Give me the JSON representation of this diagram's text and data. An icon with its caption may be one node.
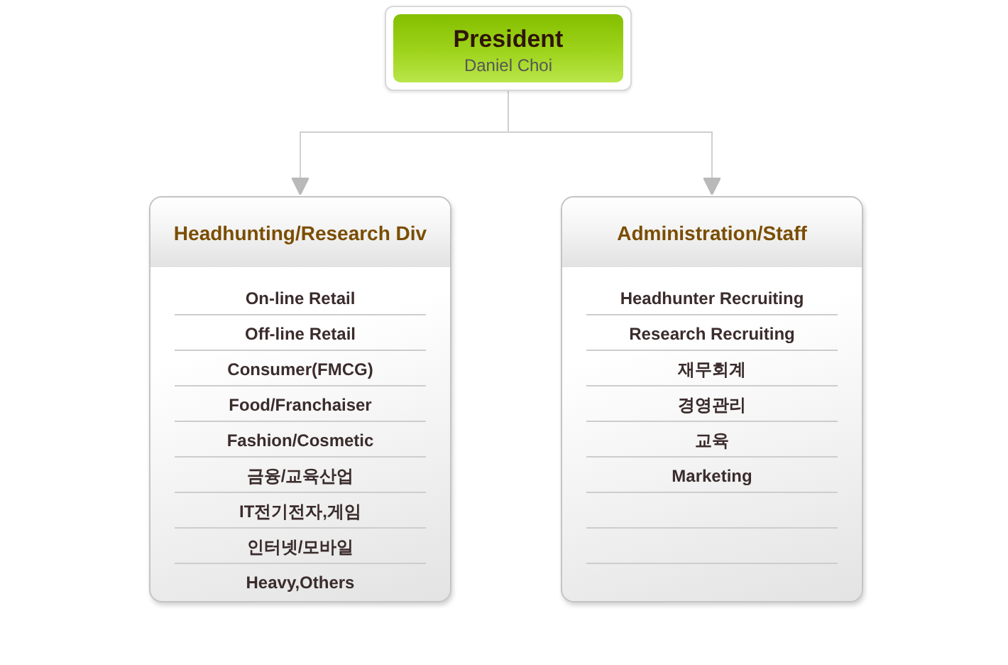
{
  "diagram": {
    "nodes": [
      {
        "text": [
          "President",
          "Daniel Choi"
        ]
      },
      {
        "text": [
          "Headhunting/Research Div",
          "On-line Retail",
          "Off-line Retail",
          "Consumer(FMCG)",
          "Food/Franchaiser",
          "Fashion/Cosmetic",
          "금융/교육산업",
          "IT전기전자,게임",
          "인터넷/모바일",
          "Heavy,Others"
        ]
      },
      {
        "text": [
          "Administration/Staff",
          "Headhunter Recruiting",
          "Research Recruiting",
          "재무회계",
          "경영관리",
          "교육",
          "Marketing"
        ]
      }
    ],
    "edges": [
      {
        "from": 0,
        "to": 1,
        "arrow": "to"
      },
      {
        "from": 0,
        "to": 2,
        "arrow": "to"
      }
    ]
  }
}
